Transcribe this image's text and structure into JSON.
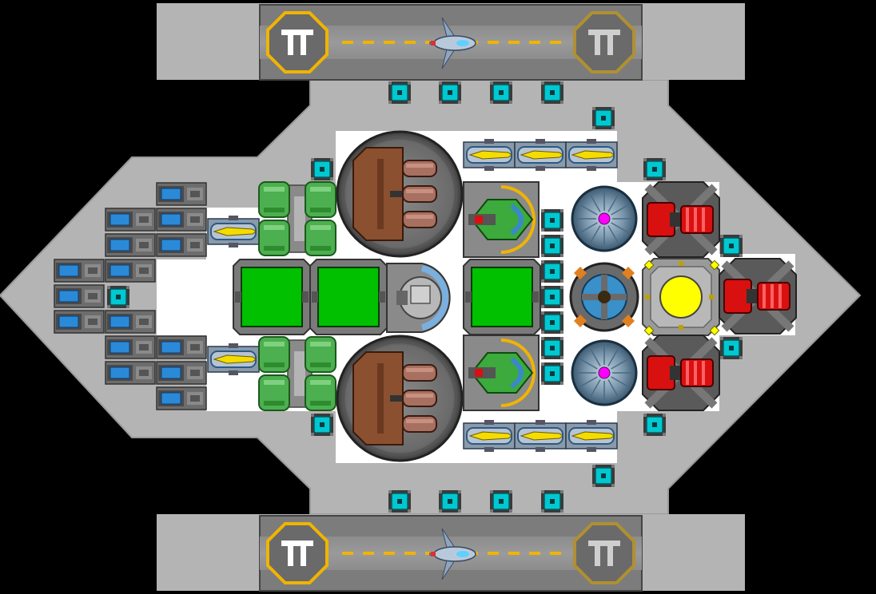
{
  "scene": {
    "type": "spaceship-blueprint",
    "background": "#000000",
    "hull_color": "#b4b4b4",
    "hull_edge_color": "#9a9a9a",
    "interior_color": "#ffffff"
  },
  "hangars": [
    {
      "id": "hangar-top",
      "landing_pads": [
        "pad-left-active",
        "pad-right-inactive"
      ],
      "pad_glyph": "T"
    },
    {
      "id": "hangar-bottom",
      "landing_pads": [
        "pad-left-active",
        "pad-right-inactive"
      ],
      "pad_glyph": "T"
    }
  ],
  "palette": {
    "pad_ring_active": "#f0b400",
    "pad_ring_inactive": "#b09030",
    "runway_stripe": "#f0b400",
    "cyan_node": "#00c8d0",
    "green_module": "#00c000",
    "thruster_blue": "#2a8ad8",
    "cannon_red": "#d81010",
    "reactor_yellow": "#ffff00",
    "shield_magenta": "#ff00ff",
    "turret_brown": "#8a5030",
    "engine_green": "#4caf50"
  },
  "components": {
    "thrusters": 15,
    "cargo_bays": 3,
    "missile_launchers": 8,
    "heavy_turrets": 2,
    "plasma_cannons": 2,
    "shield_generators": 2,
    "red_cannons": 3,
    "reactor": 1,
    "cyan_nodes": 23
  }
}
